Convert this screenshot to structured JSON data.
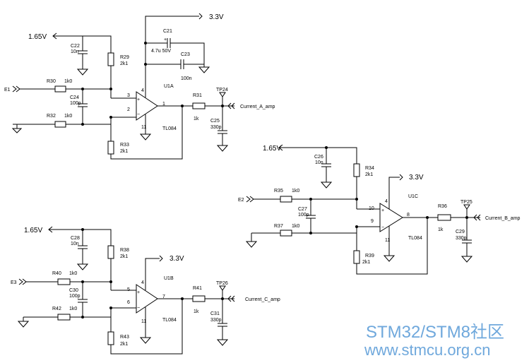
{
  "power": {
    "v165": "1.65V",
    "v33": "3.3V"
  },
  "inputs": {
    "e1": "E1",
    "e2": "E2",
    "e3": "E3"
  },
  "outputs": {
    "a": "Current_A_amp",
    "b": "Current_B_amp",
    "c": "Current_C_amp"
  },
  "opamps": {
    "u1a": {
      "ref": "U1A",
      "part": "TL084",
      "pin_plus": "3",
      "pin_minus": "2",
      "pin_out": "1",
      "pin_vcc": "4",
      "pin_gnd": "11"
    },
    "u1b": {
      "ref": "U1B",
      "part": "TL084",
      "pin_plus": "5",
      "pin_minus": "6",
      "pin_out": "7",
      "pin_vcc": "4",
      "pin_gnd": "11"
    },
    "u1c": {
      "ref": "U1C",
      "part": "TL084",
      "pin_plus": "10",
      "pin_minus": "9",
      "pin_out": "8",
      "pin_vcc": "4",
      "pin_gnd": "11"
    }
  },
  "resistors": {
    "r29": {
      "ref": "R29",
      "value": "2k1"
    },
    "r30": {
      "ref": "R30",
      "value": "1k0"
    },
    "r31": {
      "ref": "R31",
      "value": "1k"
    },
    "r32": {
      "ref": "R32",
      "value": "1k0"
    },
    "r33": {
      "ref": "R33",
      "value": "2k1"
    },
    "r34": {
      "ref": "R34",
      "value": "2k1"
    },
    "r35": {
      "ref": "R35",
      "value": "1k0"
    },
    "r36": {
      "ref": "R36",
      "value": "1k"
    },
    "r37": {
      "ref": "R37",
      "value": "1k0"
    },
    "r38": {
      "ref": "R38",
      "value": "2k1"
    },
    "r39": {
      "ref": "R39",
      "value": "2k1"
    },
    "r40": {
      "ref": "R40",
      "value": "1k0"
    },
    "r41": {
      "ref": "R41",
      "value": "1k"
    },
    "r42": {
      "ref": "R42",
      "value": "1k0"
    },
    "r43": {
      "ref": "R43",
      "value": "2k1"
    }
  },
  "capacitors": {
    "c21": {
      "ref": "C21",
      "value": "4.7u 50V",
      "polarity": "+"
    },
    "c22": {
      "ref": "C22",
      "value": "10n"
    },
    "c23": {
      "ref": "C23",
      "value": "100n"
    },
    "c24": {
      "ref": "C24",
      "value": "100p"
    },
    "c25": {
      "ref": "C25",
      "value": "330p"
    },
    "c26": {
      "ref": "C26",
      "value": "10n"
    },
    "c27": {
      "ref": "C27",
      "value": "100p"
    },
    "c28": {
      "ref": "C28",
      "value": "10n"
    },
    "c29": {
      "ref": "C29",
      "value": "330p"
    },
    "c30": {
      "ref": "C30",
      "value": "100p"
    },
    "c31": {
      "ref": "C31",
      "value": "330p"
    }
  },
  "testpoints": {
    "tp24": "TP24",
    "tp25": "TP25",
    "tp26": "TP26"
  },
  "watermark": {
    "line1": "STM32/STM8社区",
    "line2": "www.stmcu.org.cn"
  }
}
